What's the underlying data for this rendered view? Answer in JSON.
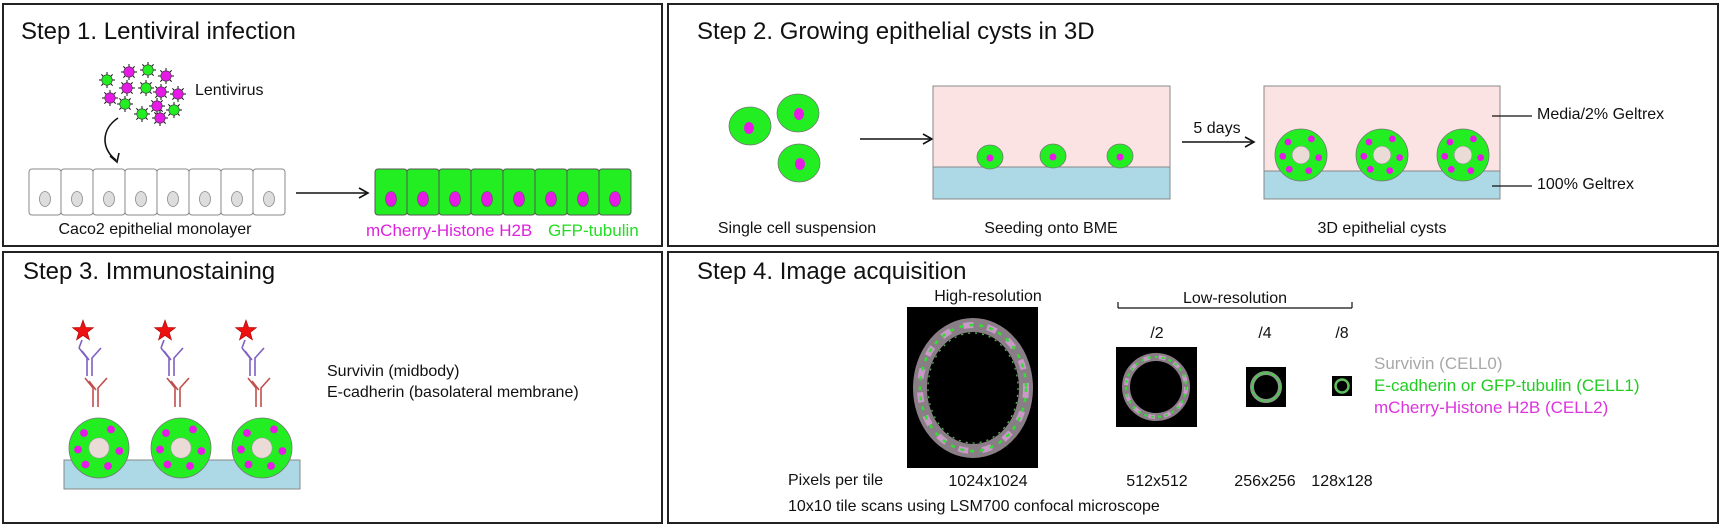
{
  "steps": [
    {
      "title": "Step 1. Lentiviral infection"
    },
    {
      "title": "Step 2. Growing epithelial cysts in 3D"
    },
    {
      "title": "Step 3. Immunostaining"
    },
    {
      "title": "Step 4. Image acquisition"
    }
  ],
  "step1": {
    "lentivirus_label": "Lentivirus",
    "monolayer_label": "Caco2 epithelial monolayer",
    "label_h2b": "mCherry-Histone H2B",
    "label_tubulin": "GFP-tubulin"
  },
  "step2": {
    "single_cell_label": "Single cell suspension",
    "seeding_label": "Seeding onto BME",
    "days_label": "5 days",
    "cysts_label": "3D epithelial cysts",
    "media_label": "Media/2% Geltrex",
    "geltrex_label": "100% Geltrex"
  },
  "step3": {
    "survivin_label": "Survivin (midbody)",
    "ecadherin_label": "E-cadherin (basolateral membrane)"
  },
  "step4": {
    "high_res_label": "High-resolution",
    "low_res_label": "Low-resolution",
    "scales": [
      "/2",
      "/4",
      "/8"
    ],
    "pixels_per_tile_label": "Pixels per tile",
    "tile_sizes": [
      "1024x1024",
      "512x512",
      "256x256",
      "128x128"
    ],
    "scan_label": "10x10 tile scans using LSM700 confocal microscope",
    "legend": [
      {
        "text": "Survivin (CELL0)",
        "color": "#a8a8a8"
      },
      {
        "text": "E-cadherin or GFP-tubulin (CELL1)",
        "color": "#22cc22"
      },
      {
        "text": "mCherry-Histone H2B (CELL2)",
        "color": "#dd33dd"
      }
    ]
  },
  "colors": {
    "cell_green": "#22ee22",
    "nucleus_magenta": "#e619e6",
    "lumen": "#eadbd6",
    "media_pink": "#fbe3e3",
    "gel_blue": "#add8e6",
    "star_red": "#ee1111"
  }
}
